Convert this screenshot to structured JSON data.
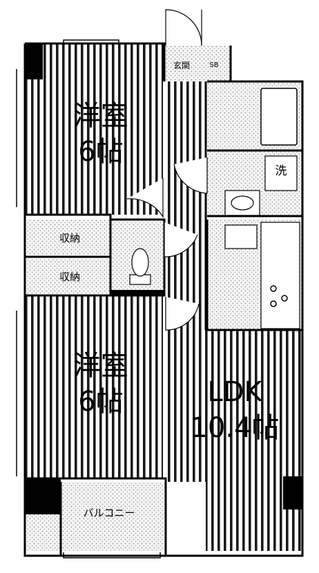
{
  "rooms": {
    "western_upper": {
      "name": "洋室",
      "size": "6帖"
    },
    "western_lower": {
      "name": "洋室",
      "size": "6帖"
    },
    "ldk": {
      "name": "LDK",
      "size": "10.4帖"
    }
  },
  "labels": {
    "closet_upper": "収納",
    "closet_lower": "収納",
    "entrance": "玄関",
    "shoe_box": "SB",
    "washer": "洗",
    "balcony": "バルコニー"
  }
}
